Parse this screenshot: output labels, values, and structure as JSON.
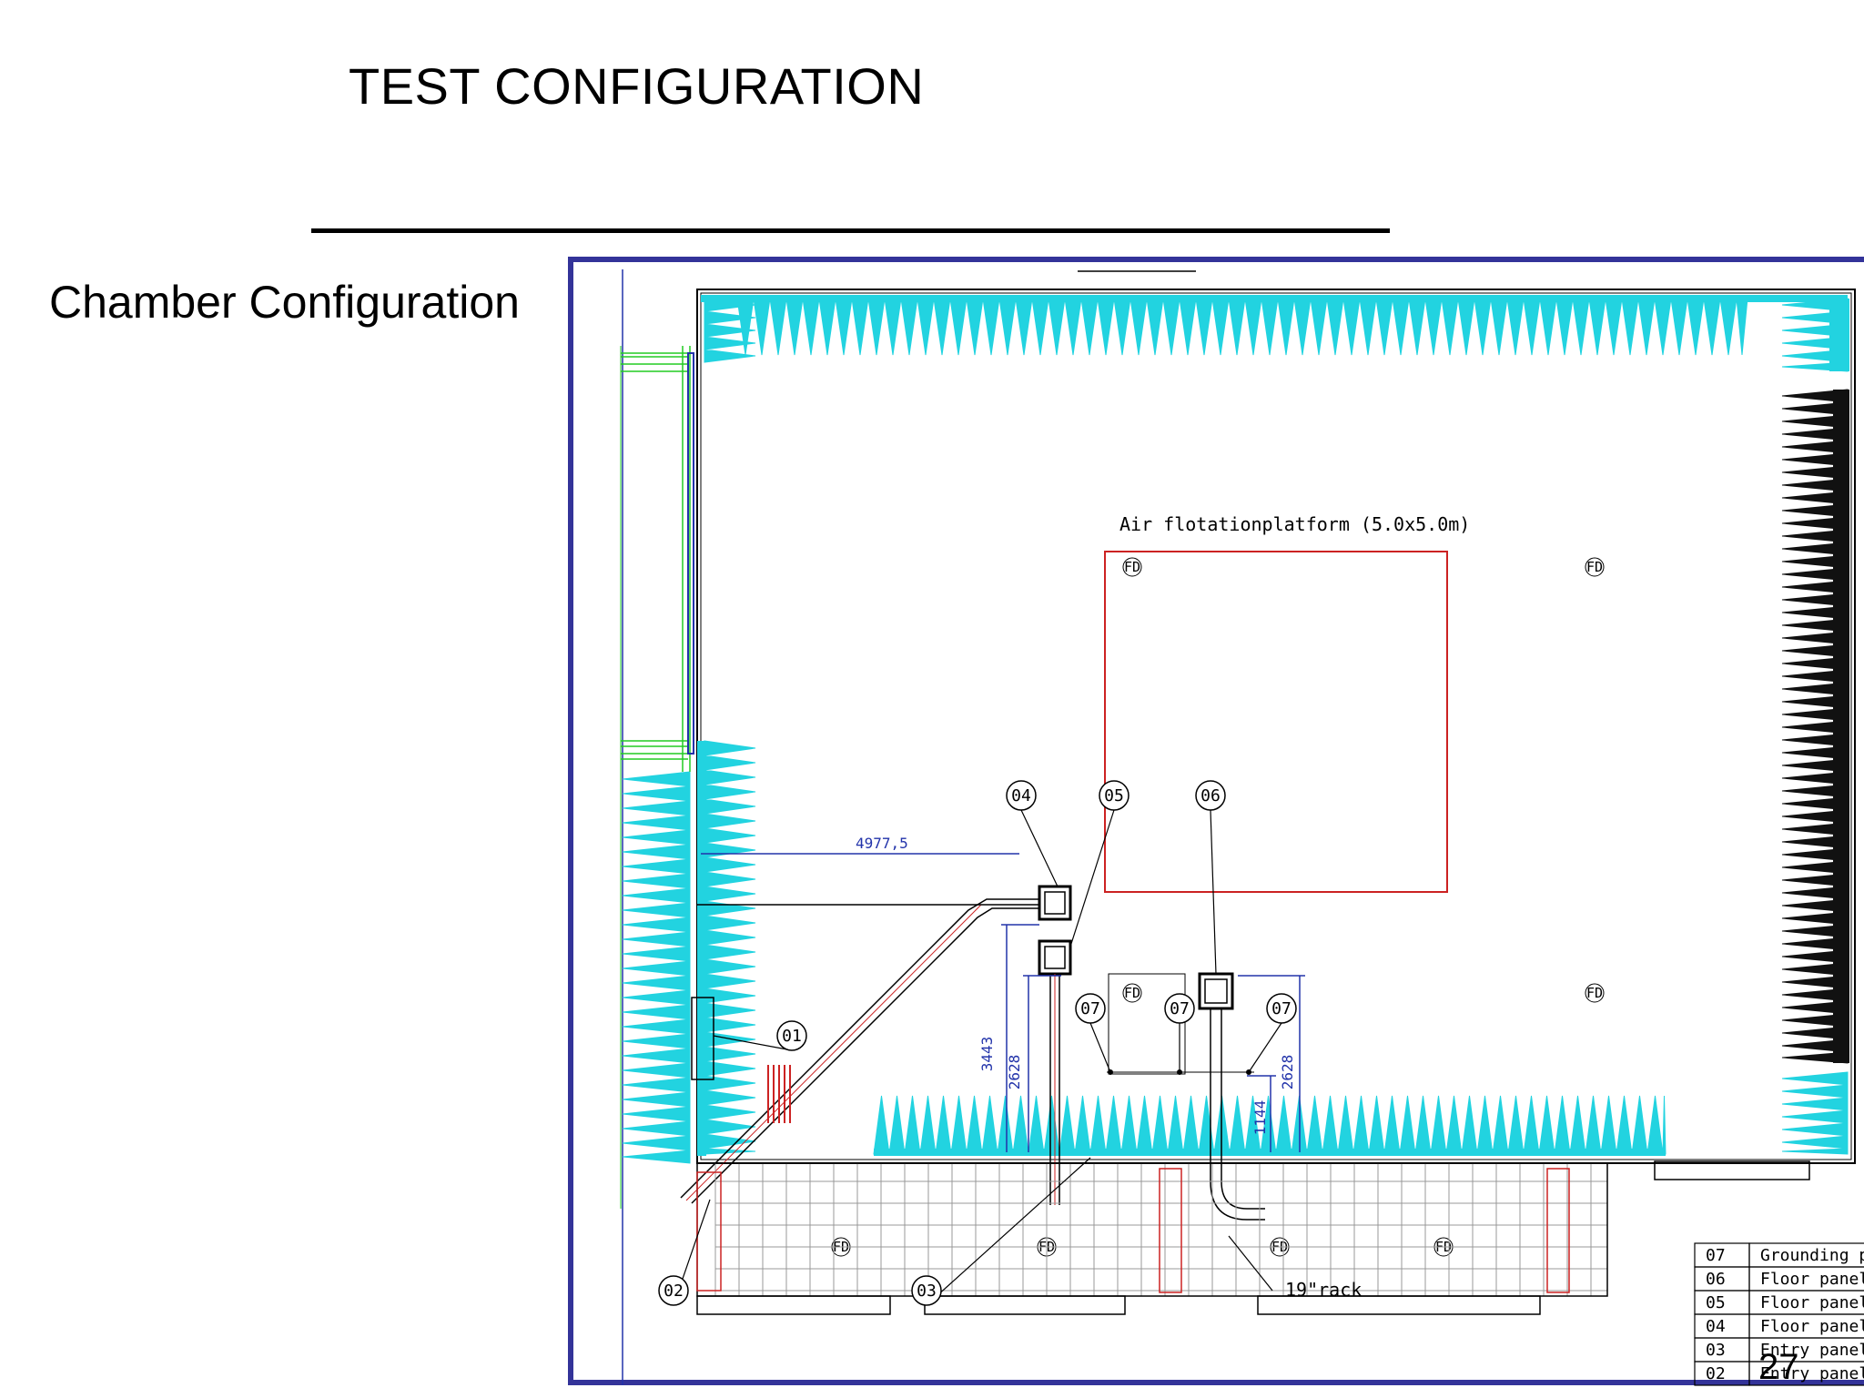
{
  "slide": {
    "title": "TEST CONFIGURATION",
    "section_label": "Chamber Configuration",
    "page_number": "27"
  },
  "drawing": {
    "platform_label": "Air flotationplatform (5.0x5.0m)",
    "dim_horizontal": "4977,5",
    "dim_vertical_1": "3443",
    "dim_vertical_2": "2628",
    "dim_vertical_3": "2628",
    "dim_vertical_4": "1144",
    "rack_label": "19\"rack",
    "fd_label": "FD",
    "callouts": [
      "01",
      "02",
      "03",
      "04",
      "05",
      "06",
      "07",
      "07",
      "07"
    ],
    "legend": [
      {
        "no": "07",
        "desc": "Grounding p"
      },
      {
        "no": "06",
        "desc": "Floor panel"
      },
      {
        "no": "05",
        "desc": "Floor panel"
      },
      {
        "no": "04",
        "desc": "Floor panel"
      },
      {
        "no": "03",
        "desc": "Entry panel"
      },
      {
        "no": "02",
        "desc": "Entry panel"
      }
    ],
    "colors": {
      "frame": "#333399",
      "absorber": "#22d3e0",
      "absorber_dark": "#111111",
      "platform": "#cc2222",
      "dimension": "#2233aa",
      "door": "#22cc22"
    }
  }
}
